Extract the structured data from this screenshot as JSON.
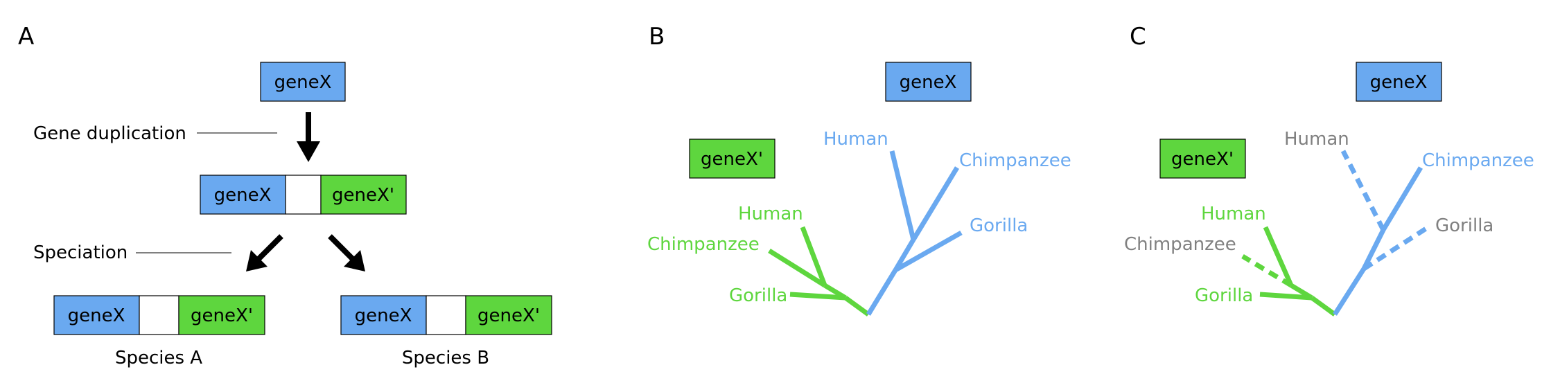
{
  "panels": {
    "a": {
      "letter": "A",
      "gene_duplication_label": "Gene duplication",
      "speciation_label": "Speciation",
      "species_a_label": "Species A",
      "species_b_label": "Species B",
      "gene_x": "geneX",
      "gene_x_prime": "geneX'"
    },
    "b": {
      "letter": "B",
      "gene_x": "geneX",
      "gene_x_prime": "geneX'",
      "blue_tree": {
        "human": "Human",
        "chimpanzee": "Chimpanzee",
        "gorilla": "Gorilla"
      },
      "green_tree": {
        "human": "Human",
        "chimpanzee": "Chimpanzee",
        "gorilla": "Gorilla"
      }
    },
    "c": {
      "letter": "C",
      "gene_x": "geneX",
      "gene_x_prime": "geneX'",
      "blue_tree": {
        "human": "Human",
        "chimpanzee": "Chimpanzee",
        "gorilla": "Gorilla"
      },
      "green_tree": {
        "human": "Human",
        "chimpanzee": "Chimpanzee",
        "gorilla": "Gorilla"
      }
    }
  },
  "colors": {
    "gene_x": "#6aa9f0",
    "gene_x_prime": "#5ed63e",
    "tree_blue": "#6aa9f0",
    "tree_green": "#5ed63e",
    "lost_gray": "#808080",
    "arrow": "#000000"
  }
}
